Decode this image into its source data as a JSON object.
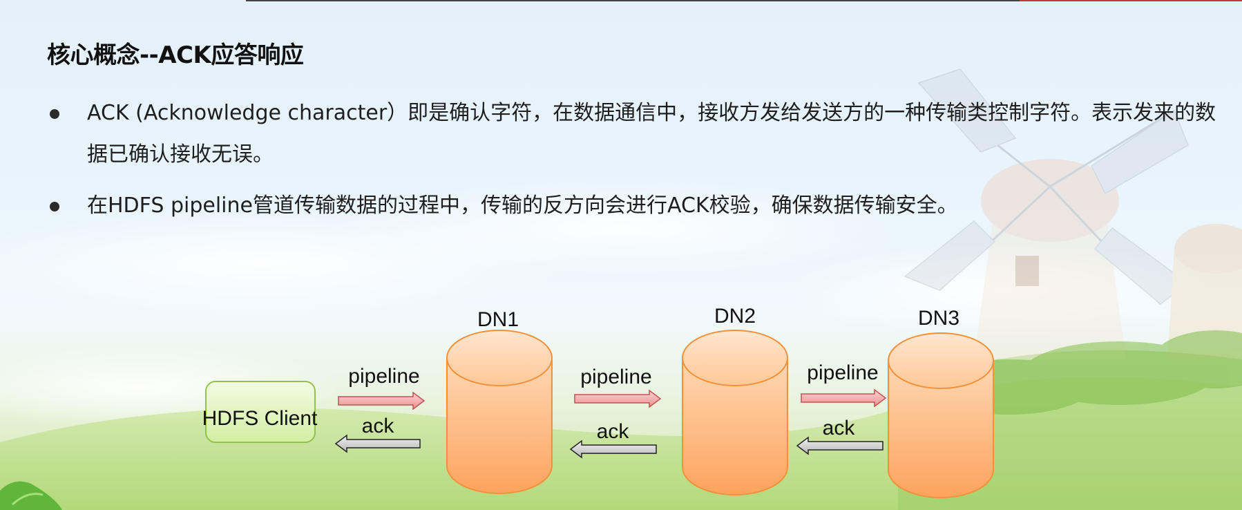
{
  "slide": {
    "title": "核心概念--ACK应答响应",
    "bullets": [
      "ACK (Acknowledge character）即是确认字符，在数据通信中，接收方发给发送方的一种传输类控制字符。表示发来的数据已确认接收无误。",
      "在HDFS pipeline管道传输数据的过程中，传输的反方向会进行ACK校验，确保数据传输安全。"
    ]
  },
  "diagram": {
    "client_label": "HDFS Client",
    "nodes": [
      "DN1",
      "DN2",
      "DN3"
    ],
    "forward_label": "pipeline",
    "backward_label": "ack"
  },
  "colors": {
    "cylinder_fill_top": "#ffd8b4",
    "cylinder_fill_bottom": "#fda35e",
    "cylinder_stroke": "#f3913a",
    "client_fill": "#e6f7c4",
    "client_stroke": "#92c24a",
    "pipeline_arrow": "#f3a5a5",
    "ack_arrow": "#d2d2d2"
  }
}
